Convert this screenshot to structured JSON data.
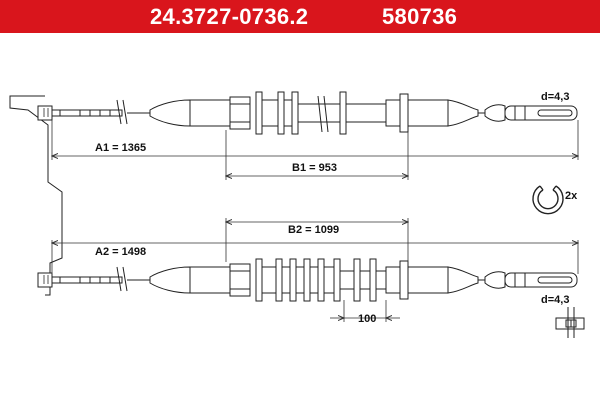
{
  "header": {
    "part_number": "24.3727-0736.2",
    "ref_number": "580736",
    "background_color": "#d9151c",
    "text_color": "#ffffff"
  },
  "dimensions": {
    "a1": "A1 = 1365",
    "b1": "B1 = 953",
    "b2": "B2 = 1099",
    "a2": "A2 = 1498",
    "pitch": "100",
    "d_top": "d=4,3",
    "d_bottom": "d=4,3"
  },
  "clip": {
    "quantity": "2x",
    "icon": "clip-icon"
  },
  "colors": {
    "line": "#222222",
    "dim_line": "#333333"
  }
}
